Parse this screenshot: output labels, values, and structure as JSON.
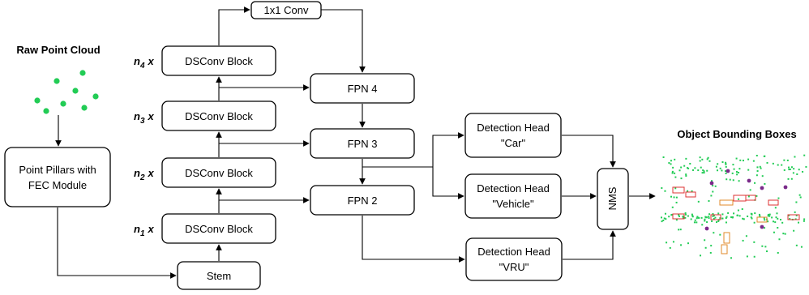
{
  "input": {
    "title": "Raw Point Cloud",
    "point_color": "#22cc55"
  },
  "preprocess": {
    "line1": "Point Pillars with",
    "line2": "FEC Module"
  },
  "stem": {
    "label": "Stem"
  },
  "backbone": {
    "block_label": "DSConv Block",
    "multipliers": [
      {
        "n": "n",
        "sub": "1",
        "x": "x"
      },
      {
        "n": "n",
        "sub": "2",
        "x": "x"
      },
      {
        "n": "n",
        "sub": "3",
        "x": "x"
      },
      {
        "n": "n",
        "sub": "4",
        "x": "x"
      }
    ]
  },
  "conv": {
    "label": "1x1 Conv"
  },
  "fpn": {
    "fpn4": "FPN 4",
    "fpn3": "FPN 3",
    "fpn2": "FPN 2"
  },
  "heads": {
    "car": {
      "line1": "Detection Head",
      "line2": "\"Car\""
    },
    "vehicle": {
      "line1": "Detection Head",
      "line2": "\"Vehicle\""
    },
    "vru": {
      "line1": "Detection Head",
      "line2": "\"VRU\""
    }
  },
  "nms": {
    "label": "NMS"
  },
  "output": {
    "title": "Object Bounding Boxes",
    "colors": {
      "points": "#22cc55",
      "car": "#dd3333",
      "vehicle": "#e08a2a",
      "vru": "#7a2a8a"
    }
  }
}
